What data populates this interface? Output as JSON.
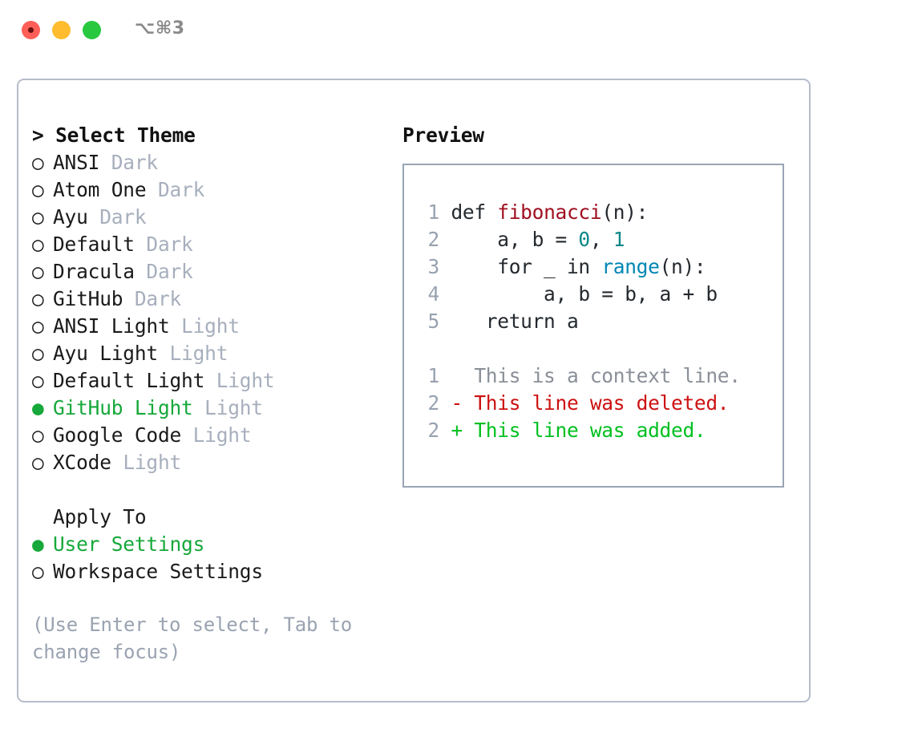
{
  "titlebar": {
    "shortcut": "⌥⌘3",
    "lights": [
      {
        "name": "close-button",
        "color": "#ff5f57"
      },
      {
        "name": "minimize-button",
        "color": "#febc2e"
      },
      {
        "name": "maximize-button",
        "color": "#28c840"
      }
    ]
  },
  "theme_panel": {
    "header": "> Select Theme",
    "items": [
      {
        "marker": "○",
        "label": "ANSI",
        "category": "Dark",
        "selected": false
      },
      {
        "marker": "○",
        "label": "Atom One",
        "category": "Dark",
        "selected": false
      },
      {
        "marker": "○",
        "label": "Ayu",
        "category": "Dark",
        "selected": false
      },
      {
        "marker": "○",
        "label": "Default",
        "category": "Dark",
        "selected": false
      },
      {
        "marker": "○",
        "label": "Dracula",
        "category": "Dark",
        "selected": false
      },
      {
        "marker": "○",
        "label": "GitHub",
        "category": "Dark",
        "selected": false
      },
      {
        "marker": "○",
        "label": "ANSI Light",
        "category": "Light",
        "selected": false
      },
      {
        "marker": "○",
        "label": "Ayu Light",
        "category": "Light",
        "selected": false
      },
      {
        "marker": "○",
        "label": "Default Light",
        "category": "Light",
        "selected": false
      },
      {
        "marker": "●",
        "label": "GitHub Light",
        "category": "Light",
        "selected": true
      },
      {
        "marker": "○",
        "label": "Google Code",
        "category": "Light",
        "selected": false
      },
      {
        "marker": "○",
        "label": "XCode",
        "category": "Light",
        "selected": false
      }
    ]
  },
  "apply_to": {
    "header": "Apply To",
    "items": [
      {
        "marker": "●",
        "label": "User Settings",
        "selected": true
      },
      {
        "marker": "○",
        "label": "Workspace Settings",
        "selected": false
      }
    ]
  },
  "hint": "(Use Enter to select, Tab to change focus)",
  "preview": {
    "title": "Preview",
    "code_lines": [
      {
        "num": "1",
        "tokens": [
          {
            "t": "def ",
            "c": "plain"
          },
          {
            "t": "fibonacci",
            "c": "fn"
          },
          {
            "t": "(n):",
            "c": "plain"
          }
        ]
      },
      {
        "num": "2",
        "tokens": [
          {
            "t": "    a, b = ",
            "c": "plain"
          },
          {
            "t": "0",
            "c": "num"
          },
          {
            "t": ", ",
            "c": "plain"
          },
          {
            "t": "1",
            "c": "num"
          }
        ]
      },
      {
        "num": "3",
        "tokens": [
          {
            "t": "    for _ in ",
            "c": "plain"
          },
          {
            "t": "range",
            "c": "call"
          },
          {
            "t": "(n):",
            "c": "plain"
          }
        ]
      },
      {
        "num": "4",
        "tokens": [
          {
            "t": "        a, b = b, a + b",
            "c": "plain"
          }
        ]
      },
      {
        "num": "5",
        "tokens": [
          {
            "t": "   return a",
            "c": "plain"
          }
        ]
      }
    ],
    "diff_lines": [
      {
        "num": "1",
        "text": "  This is a context line.",
        "kind": "ctx"
      },
      {
        "num": "2",
        "text": "- This line was deleted.",
        "kind": "del"
      },
      {
        "num": "2",
        "text": "+ This line was added.",
        "kind": "add"
      }
    ]
  },
  "colors": {
    "accent_green": "#16a83a",
    "muted": "#a7afbd",
    "border": "#b5bdcb",
    "preview_border": "#9aa5b5",
    "diff_add": "#00c020",
    "diff_del": "#cc1111",
    "code_fn": "#a01020",
    "code_num": "#0c8787",
    "code_call": "#0086b3"
  }
}
